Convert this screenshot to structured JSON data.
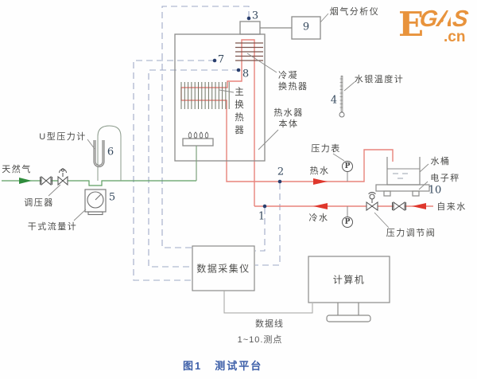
{
  "figure": {
    "caption_fig": "图1",
    "caption_title": "测试平台",
    "data_line_note": "数据线",
    "measure_points_note": "1~10.测点"
  },
  "logo": {
    "e": "E",
    "gas": "GAS",
    "cn": ".cn"
  },
  "equipment": {
    "flue_gas_analyzer": "烟气分析仪",
    "mercury_thermometer": "水银温度计",
    "u_type_manometer": "U型压力计",
    "natural_gas": "天然气",
    "pressure_regulator": "调压器",
    "dry_flow_meter": "干式流量计",
    "condensing_hx_line1": "冷凝",
    "condensing_hx_line2": "换热器",
    "main_hx": "主换热器",
    "heater_body_line1": "热水器",
    "heater_body_line2": "本体",
    "pressure_gauge": "压力表",
    "hot_water": "热水",
    "cold_water": "冷水",
    "water_bucket": "水桶",
    "electronic_scale": "电子秤",
    "tap_water": "自来水",
    "pressure_regulating_valve": "压力调节阀",
    "data_acquisition": "数据采集仪",
    "computer": "计算机"
  },
  "points": {
    "p1": "1",
    "p2": "2",
    "p3": "3",
    "p4": "4",
    "p5": "5",
    "p6": "6",
    "p7": "7",
    "p8": "8",
    "p9": "9",
    "p10": "10"
  },
  "gauge_letter": "P",
  "colors": {
    "pipe_red": "#e8837c",
    "arrow_red": "#df372c",
    "gas_green": "#4f9a58",
    "dashed_blue": "#9fa9c7",
    "caption_blue": "#3d5fa8",
    "logo_orange": "#e8933c"
  }
}
